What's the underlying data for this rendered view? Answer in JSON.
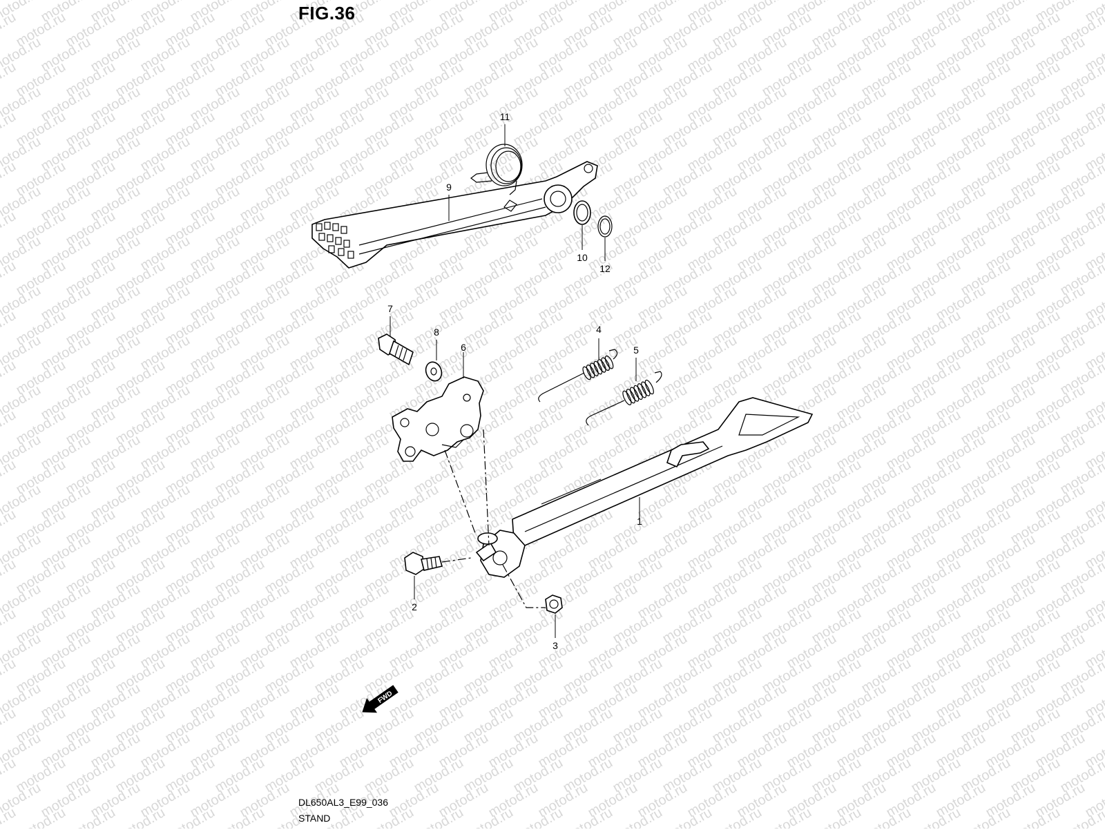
{
  "figure_label": "FIG.36",
  "diagram_code": "DL650AL3_E99_036",
  "diagram_name": "STAND",
  "watermark_text": "motod.ru",
  "fwd_label": "FWD",
  "callouts": {
    "c1": "1",
    "c2": "2",
    "c3": "3",
    "c4": "4",
    "c5": "5",
    "c6": "6",
    "c7": "7",
    "c8": "8",
    "c9": "9",
    "c10": "10",
    "c11": "11",
    "c12": "12"
  },
  "colors": {
    "line": "#000000",
    "watermark": "#d8d8d8",
    "background": "#ffffff"
  }
}
